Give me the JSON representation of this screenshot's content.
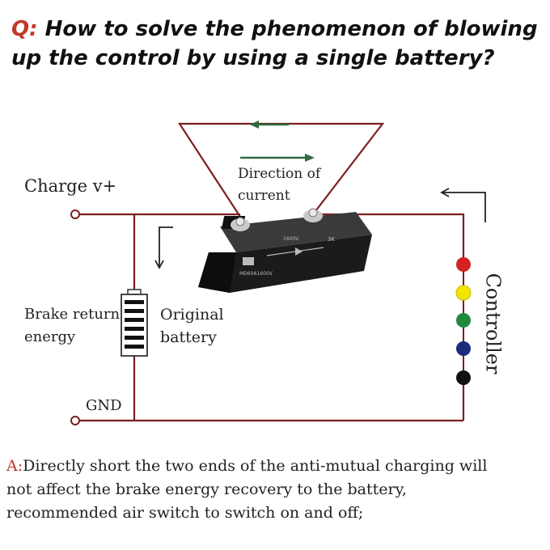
{
  "question": {
    "prefix": "Q:",
    "line1": "How to solve the phenomenon of blowing",
    "line2": "up the control by using a single battery?"
  },
  "labels": {
    "direction_line1": "Direction of",
    "direction_line2": "current",
    "charge": "Charge v+",
    "brake_line1": "Brake return",
    "brake_line2": "energy",
    "original_line1": "Original",
    "original_line2": "battery",
    "gnd": "GND",
    "controller": "Controller"
  },
  "module_markings": {
    "line1": "1600V",
    "line2": "3K",
    "line3": "MD60A1600V"
  },
  "answer": {
    "prefix": "A:",
    "line1": "Directly short the two ends of the anti-mutual charging will",
    "line2": "not affect the brake energy recovery to the battery,",
    "line3": "recommended air switch to switch on and off;"
  },
  "colors": {
    "wire": "#7b1f1f",
    "arrow": "#2e6b3f",
    "accent_red": "#c0392b",
    "terminal_red": "#d42020",
    "terminal_yellow": "#f2e600",
    "terminal_green": "#1e8a3a",
    "terminal_blue": "#1c2b7a",
    "terminal_black": "#111111"
  }
}
